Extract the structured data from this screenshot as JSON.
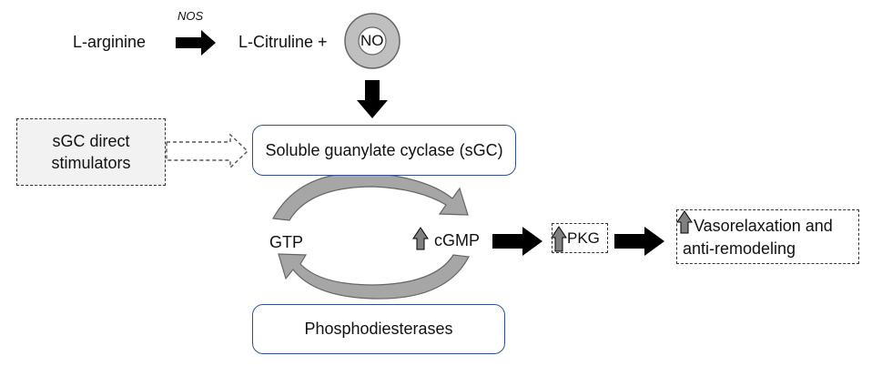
{
  "pathway": {
    "substrate": "L-arginine",
    "enzyme": "NOS",
    "product": "L-Citruline +",
    "no_label": "NO"
  },
  "stimulators": {
    "line1": "sGC direct",
    "line2": "stimulators"
  },
  "sgc": {
    "label": "Soluble guanylate cyclase (sGC)"
  },
  "cycle": {
    "gtp": "GTP",
    "cgmp": "cGMP"
  },
  "pkg": {
    "label": "PKG"
  },
  "outcome": {
    "line1": "Vasorelaxation and",
    "line2": "anti-remodeling"
  },
  "pde": {
    "label": "Phosphodiesterases"
  },
  "colors": {
    "box_border": "#2f528f",
    "arrow_fill": "#000000",
    "cycle_arrow_fill": "#a6a6a6",
    "no_ring": "#bfbfbf",
    "stimulator_fill": "#f2f2f2"
  },
  "icons": [
    "up-arrow-icon",
    "right-arrow-icon",
    "down-arrow-icon",
    "dashed-arrow-icon",
    "curved-arrow-icon"
  ]
}
